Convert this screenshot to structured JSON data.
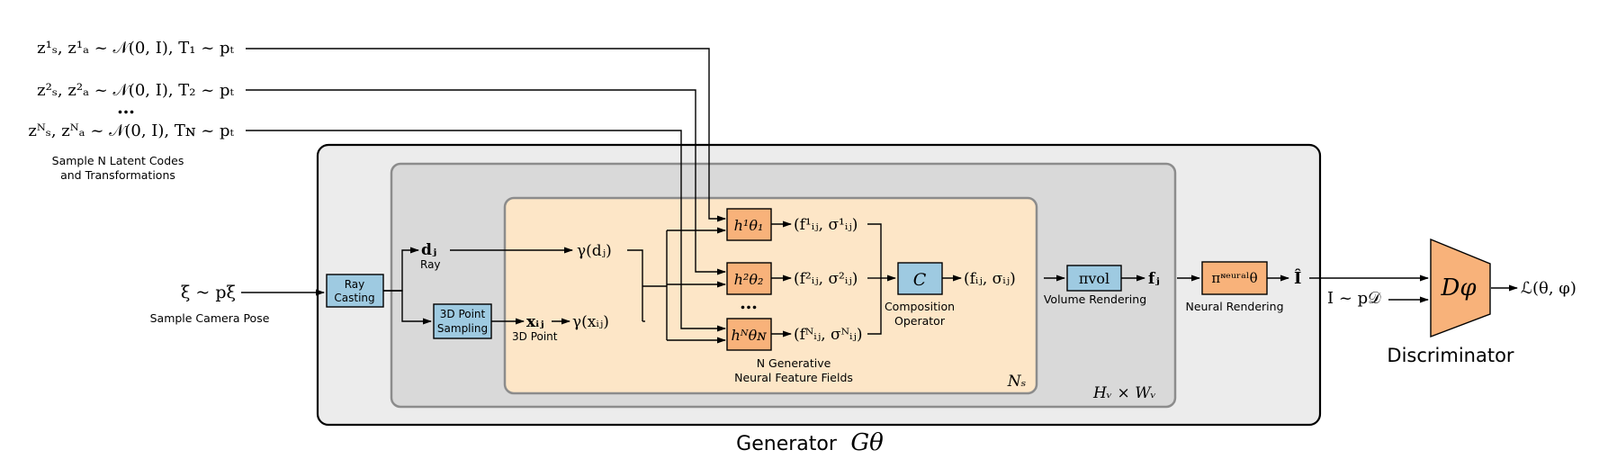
{
  "latents": {
    "row1": "z¹ₛ, z¹ₐ ~ 𝒩(0, I), T₁ ~ pₜ",
    "row2": "z²ₛ, z²ₐ ~ 𝒩(0, I), T₂ ~ pₜ",
    "ellipsis": "…",
    "rowN": "zᴺₛ, zᴺₐ ~ 𝒩(0, I), Tɴ ~ pₜ",
    "caption_line1": "Sample N Latent Codes",
    "caption_line2": "and Transformations"
  },
  "camera": {
    "formula": "ξ ~ pξ",
    "caption": "Sample Camera Pose"
  },
  "generator": {
    "label": "Generator",
    "symbol": "Gθ",
    "outer_multiplier": "Hᵥ × Wᵥ",
    "inner_multiplier": "Nₛ"
  },
  "blocks": {
    "ray_casting_line1": "Ray",
    "ray_casting_line2": "Casting",
    "point_sampling_line1": "3D Point",
    "point_sampling_line2": "Sampling",
    "ray_symbol": "dⱼ",
    "ray_caption": "Ray",
    "point_symbol": "xᵢⱼ",
    "point_caption": "3D Point",
    "gamma_d": "γ(dⱼ)",
    "gamma_x": "γ(xᵢⱼ)"
  },
  "fields": {
    "h1": "h¹θ₁",
    "h2": "h²θ₂",
    "ellipsis": "…",
    "hN": "hᴺθɴ",
    "out1": "(f¹ᵢⱼ, σ¹ᵢⱼ)",
    "out2": "(f²ᵢⱼ, σ²ᵢⱼ)",
    "outN": "(fᴺᵢⱼ, σᴺᵢⱼ)",
    "caption_line1": "N Generative",
    "caption_line2": "Neural Feature Fields"
  },
  "composition": {
    "symbol": "C",
    "output": "(fᵢⱼ, σᵢⱼ)",
    "caption_line1": "Composition",
    "caption_line2": "Operator"
  },
  "volume": {
    "symbol": "πvol",
    "output": "fⱼ",
    "caption": "Volume Rendering"
  },
  "neural": {
    "symbol": "πᶰᵉᵘʳᵃˡθ",
    "output": "Î",
    "caption": "Neural Rendering"
  },
  "discriminator": {
    "real": "I ~ p𝒟",
    "symbol": "Dφ",
    "loss": "ℒ(θ, φ)",
    "caption": "Discriminator"
  },
  "colors": {
    "blue_box": "#9ecae1",
    "orange_box": "#f8b27a",
    "peach_region": "#fde6c7",
    "outer_region": "#ececec",
    "middle_region": "#d9d9d9"
  }
}
